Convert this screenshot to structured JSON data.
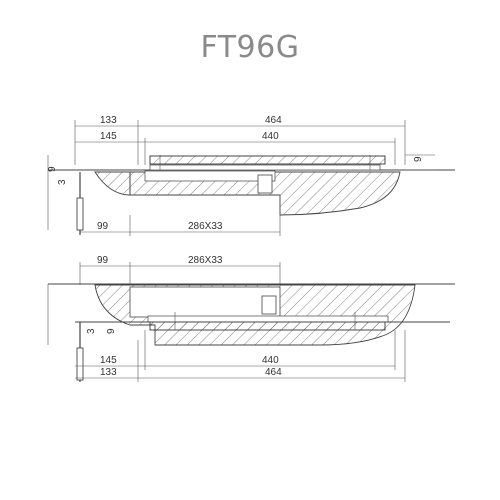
{
  "title": "FT96G",
  "top_view": {
    "dim_overall": "464",
    "dim_left": "133",
    "dim_inner": "440",
    "dim_inner_left": "145",
    "dim_depth_left": "99",
    "dim_box": "286X33",
    "dim_right_9": "9",
    "dim_left_9": "9",
    "dim_left_3": "3"
  },
  "bottom_view": {
    "dim_depth_left": "99",
    "dim_box": "286X33",
    "dim_left_3": "3",
    "dim_left_9": "9",
    "dim_inner_left": "145",
    "dim_inner": "440",
    "dim_left": "133",
    "dim_overall": "464"
  }
}
